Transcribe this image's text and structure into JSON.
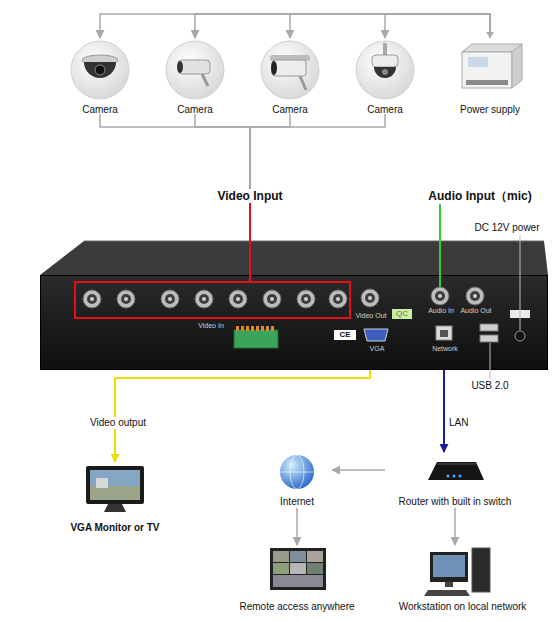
{
  "diagram": {
    "nodes": [
      {
        "text": [
          "Camera"
        ]
      },
      {
        "text": [
          "Camera"
        ]
      },
      {
        "text": [
          "Camera"
        ]
      },
      {
        "text": [
          "Camera"
        ]
      },
      {
        "text": [
          "Power supply"
        ]
      },
      {
        "text": [
          "Video In",
          "Video Out",
          "VGA",
          "Audio In",
          "Audio Out",
          "Network"
        ]
      },
      {
        "text": [
          "VGA Monitor or TV"
        ]
      },
      {
        "text": [
          "Internet"
        ]
      },
      {
        "text": [
          "Router with built in switch"
        ]
      },
      {
        "text": [
          "Remote access anywhere"
        ]
      },
      {
        "text": [
          "Workstation on local network"
        ]
      }
    ],
    "edges": [
      {
        "from": 4,
        "to": 0,
        "arrow": "to"
      },
      {
        "from": 4,
        "to": 1,
        "arrow": "to"
      },
      {
        "from": 4,
        "to": 2,
        "arrow": "to"
      },
      {
        "from": 4,
        "to": 3,
        "arrow": "to"
      },
      {
        "from": 0,
        "to": 5,
        "arrow": "none"
      },
      {
        "from": 1,
        "to": 5,
        "arrow": "none"
      },
      {
        "from": 2,
        "to": 5,
        "label": "Video Input",
        "arrow": "none"
      },
      {
        "from": 3,
        "to": 5,
        "arrow": "none"
      },
      {
        "from": 5,
        "to": 6,
        "label": "Video output",
        "arrow": "to"
      },
      {
        "from": 5,
        "to": 8,
        "label": "LAN",
        "arrow": "to"
      },
      {
        "from": 8,
        "to": 7,
        "arrow": "to"
      },
      {
        "from": 7,
        "to": 9,
        "arrow": "to"
      },
      {
        "from": 8,
        "to": 10,
        "arrow": "to"
      }
    ],
    "labels": [
      "Audio Input（mic)",
      "DC 12V power",
      "USB 2.0",
      "QC",
      "CE"
    ]
  }
}
